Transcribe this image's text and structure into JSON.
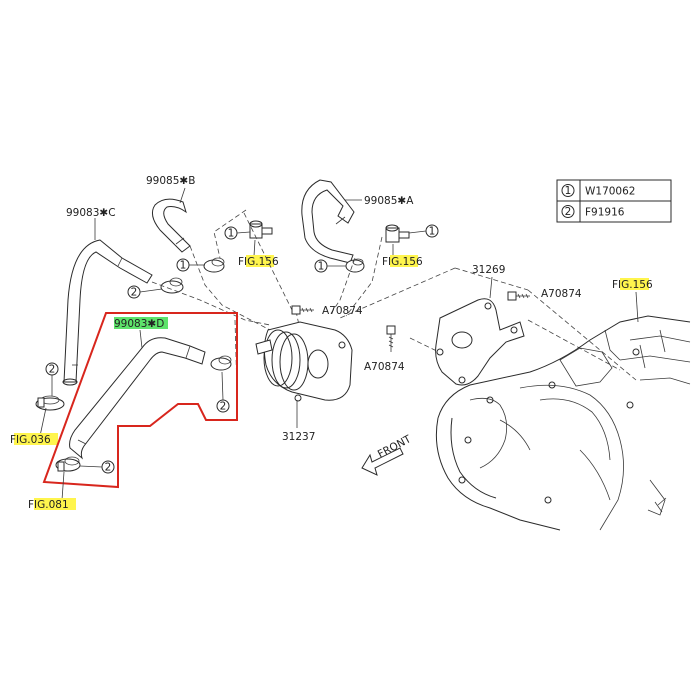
{
  "legend": [
    {
      "num": "1",
      "code": "W170062"
    },
    {
      "num": "2",
      "code": "F91916"
    }
  ],
  "parts": {
    "hose_c": "99083✱C",
    "hose_d": "99083✱D",
    "hose_b": "99085✱B",
    "hose_a": "99085✱A",
    "bolt_left": "A70874",
    "bolt_center": "A70874",
    "bolt_right": "A70874",
    "bracket": "31269",
    "oil_cooler": "31237"
  },
  "callouts": {
    "one": "1",
    "two": "2"
  },
  "figs": {
    "fig036": "FIG.036",
    "fig081": "FIG.081",
    "fig156_left": "FIG.156",
    "fig156_mid": "FIG.156",
    "fig156_right": "FIG.156"
  },
  "front_label": "FRONT",
  "highlight_color": "#fff54d",
  "selected_color": "#5ee36b",
  "selection_border_color": "#d8261d"
}
